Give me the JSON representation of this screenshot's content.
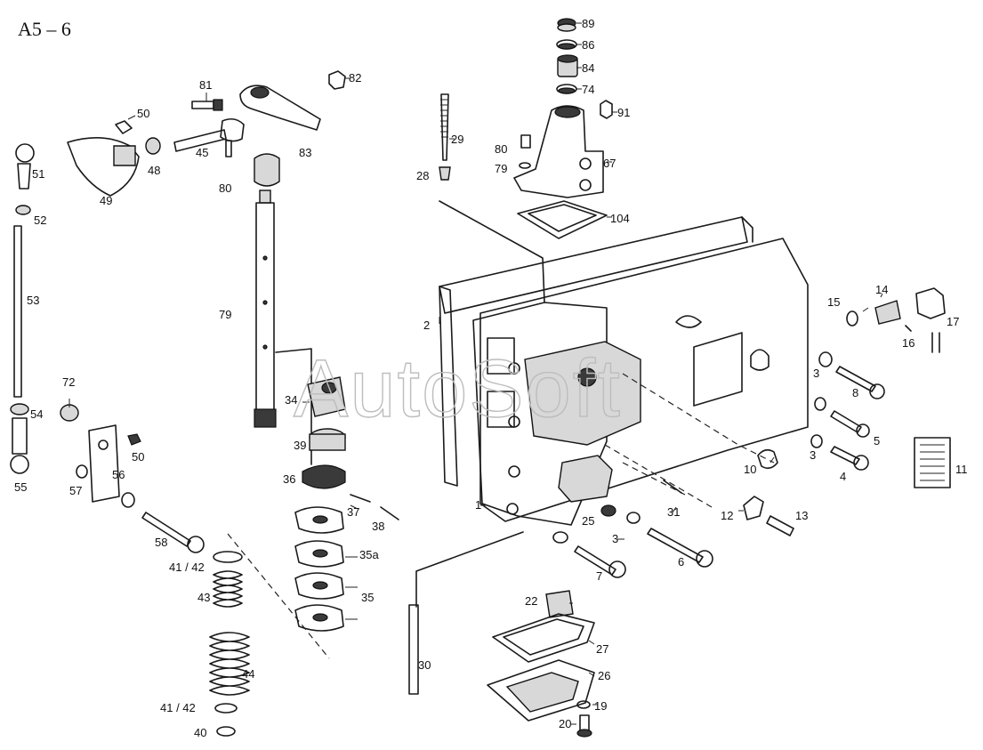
{
  "title": "A5 – 6",
  "watermark": "AutoSoft",
  "callouts": [
    {
      "id": "c89",
      "text": "89"
    },
    {
      "id": "c86",
      "text": "86"
    },
    {
      "id": "c84",
      "text": "84"
    },
    {
      "id": "c74",
      "text": "74"
    },
    {
      "id": "c91",
      "text": "91"
    },
    {
      "id": "c29",
      "text": "29"
    },
    {
      "id": "c80a",
      "text": "80"
    },
    {
      "id": "c79a",
      "text": "79"
    },
    {
      "id": "c67",
      "text": "67"
    },
    {
      "id": "c28",
      "text": "28"
    },
    {
      "id": "c104",
      "text": "104"
    },
    {
      "id": "c81",
      "text": "81"
    },
    {
      "id": "c82",
      "text": "82"
    },
    {
      "id": "c50a",
      "text": "50"
    },
    {
      "id": "c51",
      "text": "51"
    },
    {
      "id": "c49",
      "text": "49"
    },
    {
      "id": "c48",
      "text": "48"
    },
    {
      "id": "c45",
      "text": "45"
    },
    {
      "id": "c83",
      "text": "83"
    },
    {
      "id": "c80b",
      "text": "80"
    },
    {
      "id": "c52",
      "text": "52"
    },
    {
      "id": "c53",
      "text": "53"
    },
    {
      "id": "c79b",
      "text": "79"
    },
    {
      "id": "c2",
      "text": "2"
    },
    {
      "id": "c14",
      "text": "14"
    },
    {
      "id": "c15",
      "text": "15"
    },
    {
      "id": "c16",
      "text": "16"
    },
    {
      "id": "c17",
      "text": "17"
    },
    {
      "id": "c3a",
      "text": "3"
    },
    {
      "id": "c8",
      "text": "8"
    },
    {
      "id": "c5",
      "text": "5"
    },
    {
      "id": "c3b",
      "text": "3"
    },
    {
      "id": "c4",
      "text": "4"
    },
    {
      "id": "c11",
      "text": "11"
    },
    {
      "id": "c72",
      "text": "72"
    },
    {
      "id": "c54",
      "text": "54"
    },
    {
      "id": "c50b",
      "text": "50"
    },
    {
      "id": "c34",
      "text": "34"
    },
    {
      "id": "c39",
      "text": "39"
    },
    {
      "id": "c36",
      "text": "36"
    },
    {
      "id": "c37",
      "text": "37"
    },
    {
      "id": "c38",
      "text": "38"
    },
    {
      "id": "c35a",
      "text": "35a"
    },
    {
      "id": "c35",
      "text": "35"
    },
    {
      "id": "c55",
      "text": "55"
    },
    {
      "id": "c57",
      "text": "57"
    },
    {
      "id": "c56",
      "text": "56"
    },
    {
      "id": "c58",
      "text": "58"
    },
    {
      "id": "c4142a",
      "text": "41 / 42"
    },
    {
      "id": "c43",
      "text": "43"
    },
    {
      "id": "c44",
      "text": "44"
    },
    {
      "id": "c4142b",
      "text": "41 / 42"
    },
    {
      "id": "c40",
      "text": "40"
    },
    {
      "id": "c1",
      "text": "1"
    },
    {
      "id": "c25",
      "text": "25"
    },
    {
      "id": "c3c",
      "text": "3"
    },
    {
      "id": "c31",
      "text": "31"
    },
    {
      "id": "c10",
      "text": "10"
    },
    {
      "id": "c12",
      "text": "12"
    },
    {
      "id": "c13",
      "text": "13"
    },
    {
      "id": "c6",
      "text": "6"
    },
    {
      "id": "c7",
      "text": "7"
    },
    {
      "id": "c22",
      "text": "22"
    },
    {
      "id": "c27",
      "text": "27"
    },
    {
      "id": "c26",
      "text": "26"
    },
    {
      "id": "c30",
      "text": "30"
    },
    {
      "id": "c19",
      "text": "19"
    },
    {
      "id": "c20",
      "text": "20"
    }
  ]
}
